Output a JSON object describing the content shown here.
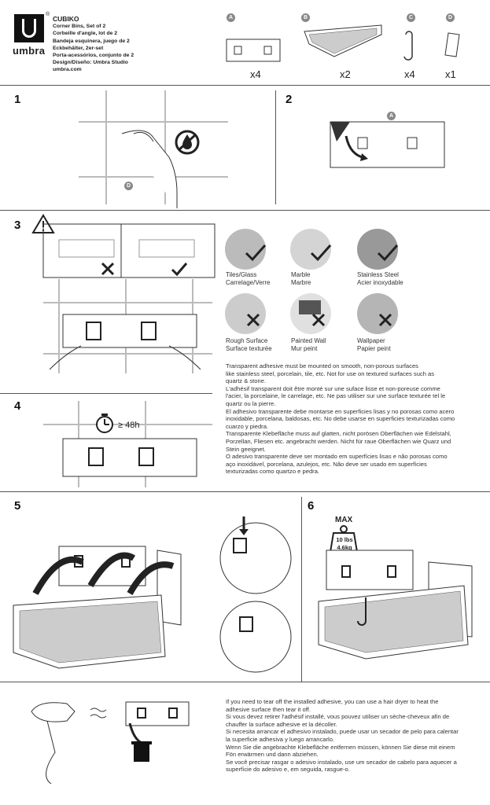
{
  "brand": {
    "name": "umbra",
    "registered": "®"
  },
  "product": {
    "title": "CUBIKO",
    "lines": [
      "Corner Bins, Set of 2",
      "Corbeille d'angle, lot de 2",
      "Bandeja esquinera, juego de 2",
      "Eckbehälter, 2er-set",
      "Porta-acessórios, conjunto de 2",
      "Design/Diseño: Umbra Studio",
      "umbra.com"
    ]
  },
  "parts": [
    {
      "letter": "A",
      "qty": "x4"
    },
    {
      "letter": "B",
      "qty": "x2"
    },
    {
      "letter": "C",
      "qty": "x4"
    },
    {
      "letter": "D",
      "qty": "x1"
    }
  ],
  "steps": {
    "s1": "1",
    "s2": "2",
    "s3": "3",
    "s4": "4",
    "s5": "5",
    "s6": "6"
  },
  "callouts": {
    "step1": "D",
    "step2": "A"
  },
  "step3": {
    "warning_icon": "warning-triangle-icon"
  },
  "step4": {
    "timer": "≥ 48h"
  },
  "step6": {
    "max": "MAX",
    "weight1": "10 lbs",
    "weight2": "4.6kg"
  },
  "surfaces": [
    {
      "en": "Tiles/Glass",
      "fr": "Carrelage/Verre",
      "ok": true
    },
    {
      "en": "Marble",
      "fr": "Marbre",
      "ok": true
    },
    {
      "en": "Stainless Steel",
      "fr": "Acier inoxydable",
      "ok": true
    },
    {
      "en": "Rough Surface",
      "fr": "Surface texturée",
      "ok": false
    },
    {
      "en": "Painted Wall",
      "fr": "Mur peint",
      "ok": false
    },
    {
      "en": "Wallpaper",
      "fr": "Papier peint",
      "ok": false
    }
  ],
  "adhesive_text": [
    "Transparent adhesive must be mounted on smooth, non-porous surfaces",
    "like stainless steel, porcelain, tile, etc. Not for use on textured surfaces such as",
    "quartz & stone.",
    "L'adhésif transparent doit être monté sur une suface lisse et non-poreuse comme",
    "l'acier, la porcelaine, le carrelage, etc. Ne pas utiliser sur une surface texturée tel le",
    "quartz ou la pierre.",
    "El adhesivo transparente debe montarse en superficies lisas y no porosas como acero",
    "inoxidable, porcelana, baldosas, etc. No debe usarse en superficies texturizadas como",
    "cuarzo y piedra.",
    "Transparente Klebefläche muss auf glatten, nicht porösen Oberflächen wie Edelstahl,",
    "Porzellan, Fliesen etc. angebracht werden. Nicht für raue Oberflächen wie Quarz und",
    "Stein geeignet.",
    "O adesivo transparente deve ser montado em superfícies lisas e não porosas como",
    "aço inoxidável, porcelana, azulejos, etc. Não deve ser usado em superfícies",
    "texturizadas como quartzo e pedra."
  ],
  "removal_text": [
    "If you need to tear off the installed adhesive, you can use a hair dryer to heat the",
    "adhesive surface then tear it off.",
    "Si vous devez retirer l'adhésif installé, vous pouvez utiliser un sèche-cheveux afin de",
    "chauffer la surface adhesive et la décoller.",
    "Si necesita arrancar el adhesivo instalado, puede usar un secador de pelo para calentar",
    "la superficie adhesiva y luego arrancarlo.",
    "Wenn Sie die angebrachte Klebefläche entfernen müssen, können Sie diese mit einem",
    "Fön erwärmen und dann abziehen.",
    "Se você precisar rasgar o adesivo instalado, use um secador de cabelo para aquecer a",
    "superfície do adesivo e, em seguida, rasgue-o."
  ]
}
